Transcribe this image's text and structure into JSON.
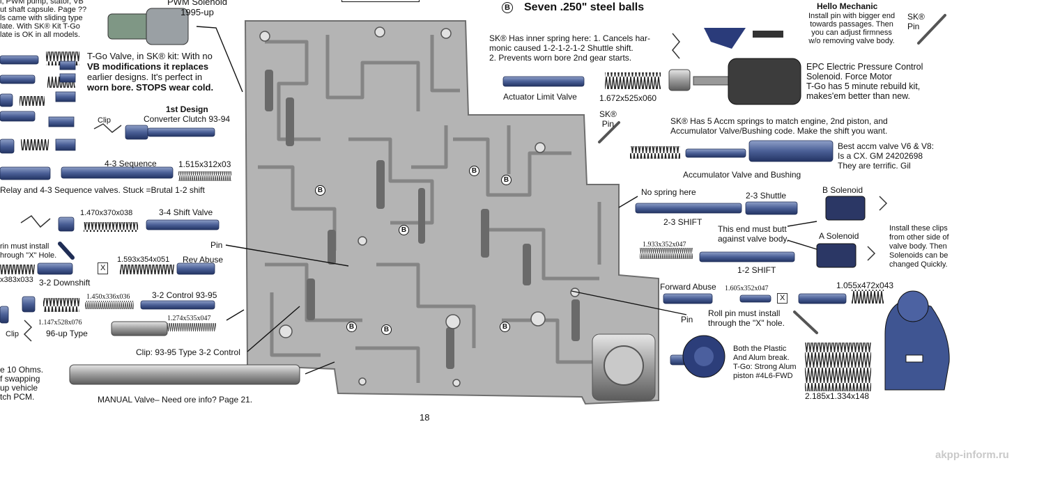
{
  "left_col": {
    "top_lines": [
      "l, PWM pump, stator, VB",
      "ut shaft capsule. Page ??",
      "ls came with sliding type",
      "late.  With SK® Kit T-Go",
      "late is OK in all models."
    ],
    "pwm_solenoid": [
      "PWM Solenoid",
      "1995-up"
    ],
    "tgo_valve": [
      "T-Go Valve, in SK® kit: With no",
      "VB modifications it replaces",
      "earlier designs.  It's perfect in",
      "worn bore.  STOPS wear cold."
    ],
    "clip": "Clip",
    "first_design_title": "1st Design",
    "first_design_sub": "Converter Clutch 93-94",
    "seq_43": "4-3 Sequence",
    "spring_1515": "1.515x312x03",
    "relay_note": "Relay and 4-3 Sequence valves.  Stuck =Brutal 1-2 shift",
    "spring_1470": "1.470x370x038",
    "shift_34": "3-4 Shift Valve",
    "pin_must": [
      "rin must install",
      "hrough \"X\" Hole."
    ],
    "pin": "Pin",
    "x_mark": "X",
    "spring_1593": "1.593x354x051",
    "rev_abuse": "Rev Abuse",
    "spring_383": "x383x033",
    "downshift_32": "3-2 Downshift",
    "spring_1450": "1.450x336x036",
    "control_32": "3-2 Control 93-95",
    "spring_1147": "1.147x528x076",
    "spring_1274": "1.274x535x047",
    "clip2": "Clip",
    "type_96": "96-up Type",
    "clip_93": "Clip: 93-95 Type 3-2 Control",
    "ohms_note": [
      "e 10 Ohms.",
      "f swapping",
      "up vehicle",
      "tch PCM."
    ],
    "manual_valve": "MANUAL  Valve– Need ore info?  Page 21."
  },
  "right_col": {
    "balls_symbol": "B",
    "balls_title": "Seven .250\" steel balls",
    "hello_title": "Hello Mechanic",
    "hello_lines": [
      "Install pin with bigger end",
      "towards passages.  Then",
      "you can adjust firmness",
      "w/o removing valve body."
    ],
    "sk_pin_top": [
      "SK®",
      "Pin"
    ],
    "sk_spring_note": [
      "SK® Has inner spring here:  1. Cancels har-",
      "monic caused 1-2-1-2-1-2 Shuttle shift.",
      "2.  Prevents worn bore 2nd gear starts."
    ],
    "actuator_limit": "Actuator Limit Valve",
    "spring_1672": "1.672x525x060",
    "epc_lines": [
      "EPC Electric Pressure Control",
      "Solenoid.  Force Motor",
      "T-Go has 5 minute rebuild kit,",
      "makes'em better than new."
    ],
    "sk_pin_mid": [
      "SK®",
      "Pin"
    ],
    "accm_note": [
      "SK® Has 5 Accm springs to match engine, 2nd piston, and",
      "Accumulator Valve/Bushing code.  Make the shift you want."
    ],
    "best_accm": [
      "Best accm valve V6 & V8:",
      "Is a CX.  GM 24202698",
      "    They are terrific.   Gil"
    ],
    "accm_label": "Accumulator Valve and Bushing",
    "no_spring": "No spring here",
    "shuttle_23": "2-3 Shuttle",
    "b_solenoid": "B  Solenoid",
    "shift_23": "2-3 SHIFT",
    "end_butt": [
      "This end must butt",
      "against valve body."
    ],
    "a_solenoid": "A  Solenoid",
    "clips_note": [
      "Install these clips",
      "from other side of",
      "valve body. Then",
      "Solenoids can be",
      "changed Quickly."
    ],
    "spring_1933": "1.933x352x047",
    "shift_12": "1-2 SHIFT",
    "forward_abuse": "Forward Abuse",
    "spring_1605": "1.605x352x047",
    "x_mark": "X",
    "spring_1055": "1.055x472x043",
    "pin": "Pin",
    "roll_pin": [
      "Roll pin must install",
      "through the \"X\" hole."
    ],
    "piston_note": [
      "Both the Plastic",
      "And Alum break.",
      "T-Go: Strong Alum",
      "piston #4L6-FWD"
    ],
    "spring_2185": "2.185x1.334x148"
  },
  "ball_marker": "B",
  "page_number": "18",
  "watermark": "akpp-inform.ru",
  "colors": {
    "valve_body": "#b4b4b4",
    "channel": "#8a8a8a",
    "part_blue": "#4a5f96",
    "spring": "#222222",
    "pen": "#111111"
  }
}
